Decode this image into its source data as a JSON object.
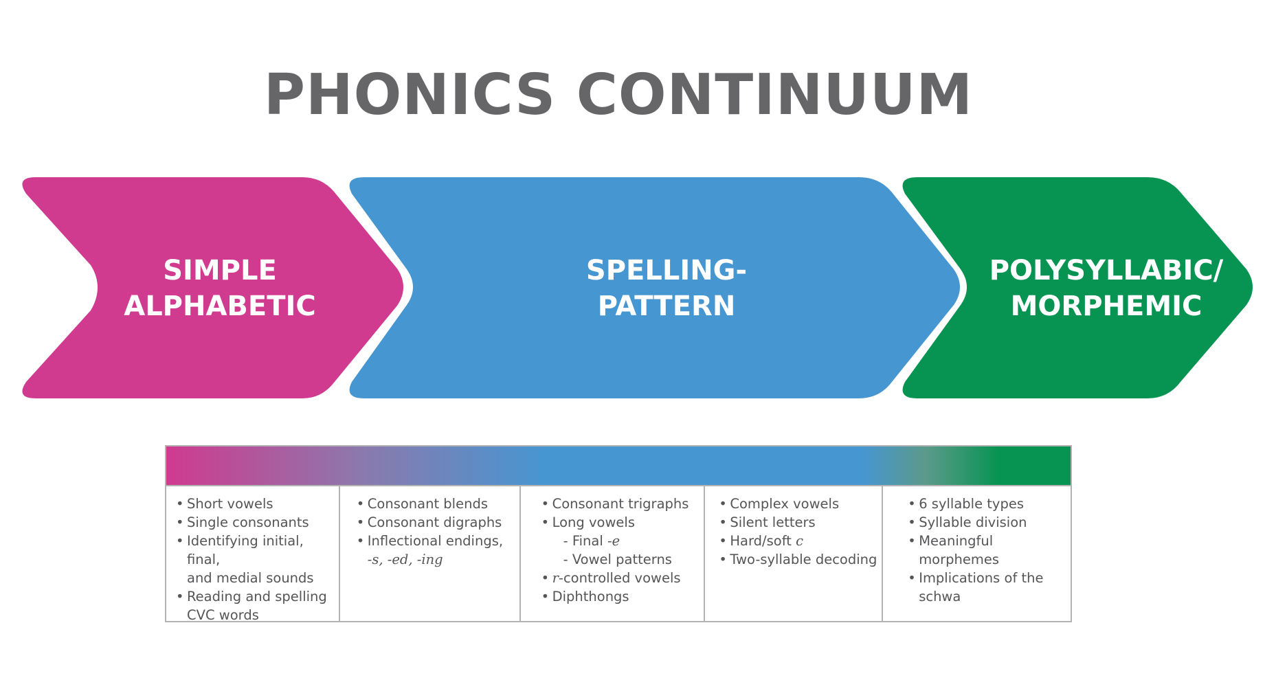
{
  "title": "PHONICS CONTINUUM",
  "colors": {
    "title": "#666669",
    "pink": "#d03a8f",
    "blue": "#4696d2",
    "green": "#079452",
    "border": "#b3b3b3",
    "text": "#555558"
  },
  "stages": [
    {
      "line1": "SIMPLE",
      "line2": "ALPHABETIC"
    },
    {
      "line1": "SPELLING-",
      "line2": "PATTERN"
    },
    {
      "line1": "POLYSYLLABIC/",
      "line2": "MORPHEMIC"
    }
  ],
  "columns": [
    {
      "items": [
        {
          "text": "Short vowels"
        },
        {
          "text": "Single consonants"
        },
        {
          "text": "Identifying initial, final,",
          "cont": "and medial sounds"
        },
        {
          "text": "Reading and spelling",
          "cont": "CVC words"
        }
      ]
    },
    {
      "items": [
        {
          "text": "Consonant blends"
        },
        {
          "text": "Consonant digraphs"
        },
        {
          "text": "Inflectional endings,",
          "cont": "-s, -ed, -ing"
        }
      ]
    },
    {
      "items": [
        {
          "text": "Consonant trigraphs"
        },
        {
          "text": "Long vowels",
          "sub1_pre": "Final ",
          "sub1_it": "-e",
          "sub2": "Vowel patterns"
        },
        {
          "it": "r",
          "text": "-controlled vowels"
        },
        {
          "text": "Diphthongs"
        }
      ]
    },
    {
      "items": [
        {
          "text": "Complex vowels"
        },
        {
          "text": "Silent letters"
        },
        {
          "text": "Hard/soft ",
          "it": "c"
        },
        {
          "text": "Two-syllable decoding"
        }
      ]
    },
    {
      "items": [
        {
          "text": "6 syllable types"
        },
        {
          "text": "Syllable division"
        },
        {
          "text": "Meaningful",
          "cont": "morphemes"
        },
        {
          "text": "Implications of the",
          "cont": "schwa"
        }
      ]
    }
  ]
}
